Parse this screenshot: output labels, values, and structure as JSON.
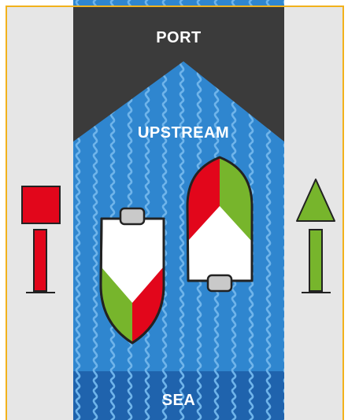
{
  "labels": {
    "port": "PORT",
    "upstream": "UPSTREAM",
    "sea": "SEA"
  },
  "colors": {
    "frame": "#f2b21c",
    "bank": "#e6e6e6",
    "land": "#3b3b3b",
    "water": "#2f86cf",
    "water_deep": "#1f63ad",
    "wave": "#6fb4ea",
    "port_red": "#e2061b",
    "starboard_green": "#77b52c",
    "hull": "#ffffff",
    "outline": "#222222",
    "fender": "#c9c9c9"
  },
  "icons": {
    "left_marker": "red-square-port-marker-icon",
    "right_marker": "green-triangle-starboard-marker-icon",
    "boat_left": "boat-heading-downstream-icon",
    "boat_right": "boat-heading-upstream-icon"
  }
}
